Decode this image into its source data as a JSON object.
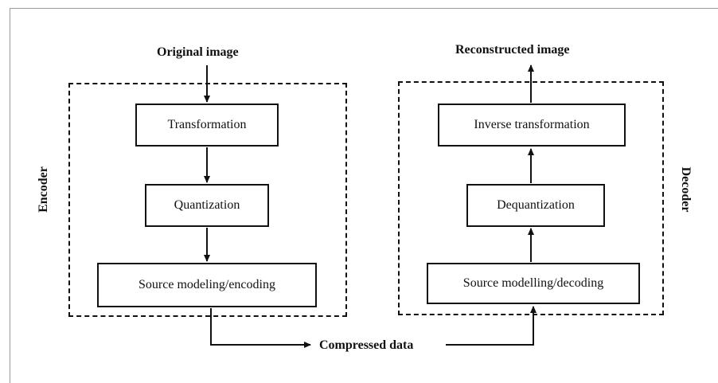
{
  "diagram": {
    "inputs": {
      "original_image": "Original image",
      "reconstructed_image": "Reconstructed image",
      "compressed_data": "Compressed data"
    },
    "encoder": {
      "label": "Encoder",
      "blocks": [
        "Transformation",
        "Quantization",
        "Source modeling/encoding"
      ]
    },
    "decoder": {
      "label": "Decoder",
      "blocks": [
        "Inverse transformation",
        "Dequantization",
        "Source modelling/decoding"
      ]
    }
  },
  "colors": {
    "ink": "#111111",
    "frame": "#9a9a9a",
    "background": "#ffffff"
  }
}
